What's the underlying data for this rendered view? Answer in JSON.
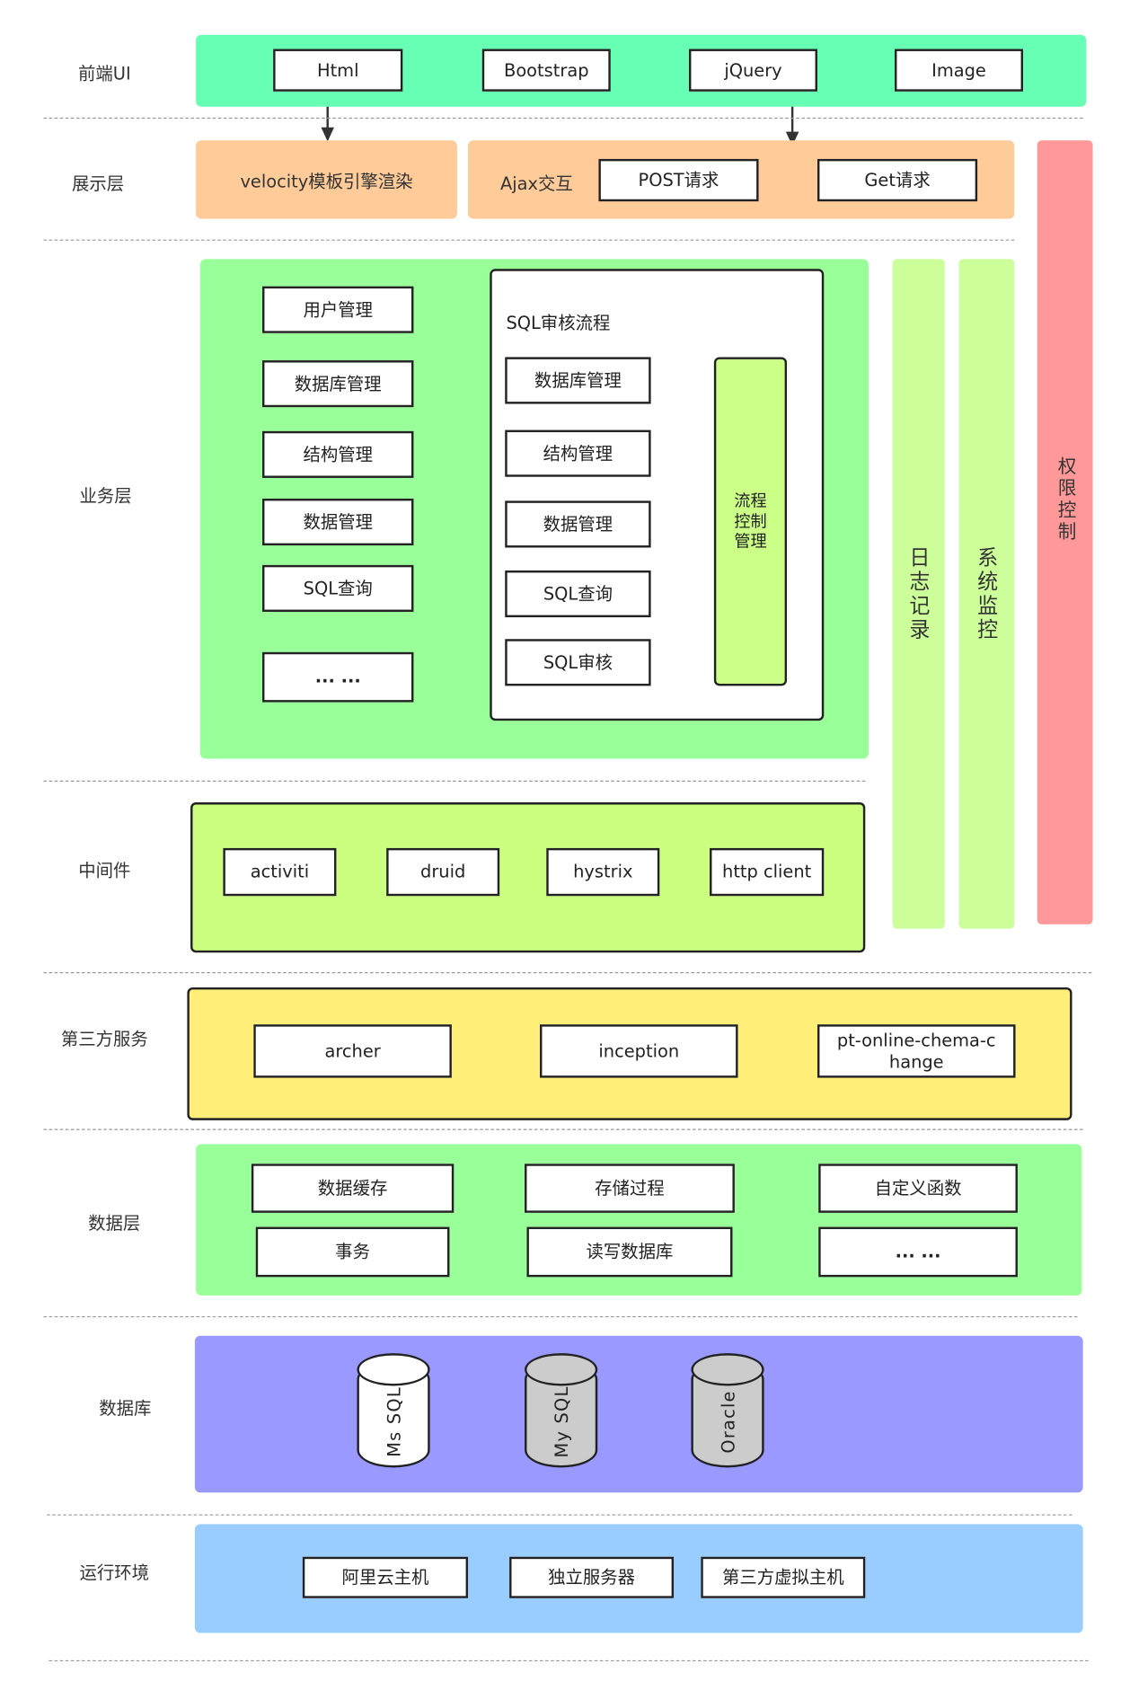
{
  "layers": {
    "frontend": {
      "label": "前端UI",
      "items": [
        "Html",
        "Bootstrap",
        "jQuery",
        "Image"
      ]
    },
    "presentation": {
      "label": "展示层",
      "velocity": "velocity模板引擎渲染",
      "ajax": "Ajax交互",
      "post": "POST请求",
      "get": "Get请求"
    },
    "business": {
      "label": "业务层",
      "items": [
        "用户管理",
        "数据库管理",
        "结构管理",
        "数据管理",
        "SQL查询",
        "... ..."
      ],
      "flow": {
        "title": "SQL审核流程",
        "items": [
          "数据库管理",
          "结构管理",
          "数据管理",
          "SQL查询",
          "SQL审核"
        ],
        "control": "流程控制管理"
      }
    },
    "middleware": {
      "label": "中间件",
      "items": [
        "activiti",
        "druid",
        "hystrix",
        "http client"
      ]
    },
    "third_party": {
      "label": "第三方服务",
      "items": [
        "archer",
        "inception",
        "pt-online-chema-change"
      ]
    },
    "data": {
      "label": "数据层",
      "row1": [
        "数据缓存",
        "存储过程",
        "自定义函数"
      ],
      "row2": [
        "事务",
        "读写数据库",
        "... ..."
      ]
    },
    "database": {
      "label": "数据库",
      "items": [
        "Ms SQL",
        "My SQL",
        "Oracle"
      ]
    },
    "runtime": {
      "label": "运行环境",
      "items": [
        "阿里云主机",
        "独立服务器",
        "第三方虚拟主机"
      ]
    }
  },
  "side": {
    "log": "日志记录",
    "monitor": "系统监控",
    "permission": "权限控制"
  },
  "colors": {
    "frontend": "#66ffb3",
    "presentation": "#ffcc99",
    "business": "#99ff99",
    "side_green": "#ccff99",
    "permission": "#ff9999",
    "middleware": "#ccff80",
    "third_party": "#ffee77",
    "data": "#99ff99",
    "database": "#9999ff",
    "runtime": "#99ccff"
  }
}
